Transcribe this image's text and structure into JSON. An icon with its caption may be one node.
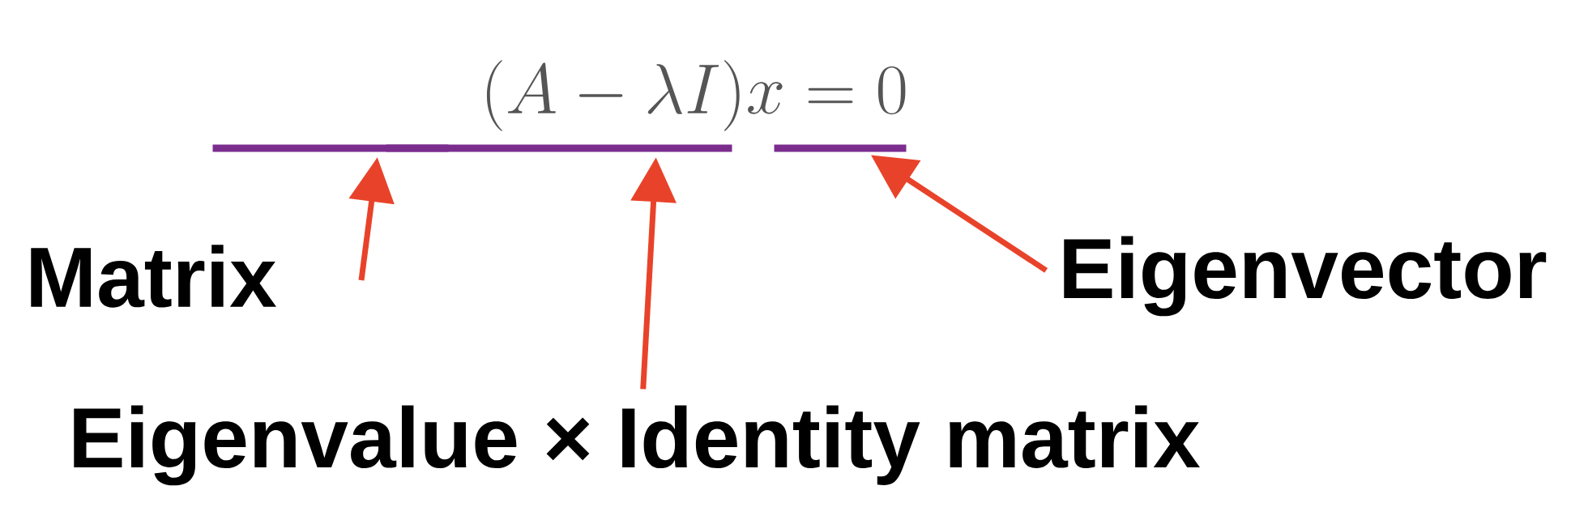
{
  "diagram": {
    "nodes": [
      {
        "text": [],
        "shape": "bar"
      },
      {
        "text": [],
        "shape": "bar"
      },
      {
        "text": [],
        "shape": "bar"
      },
      {
        "text": [
          "Matrix"
        ]
      },
      {
        "text": [
          "Eigenvector"
        ]
      },
      {
        "text": [
          "Eigenvalue × Identity matrix"
        ]
      }
    ],
    "edges": [
      {
        "from": 3,
        "to": 0,
        "arrow": "to"
      },
      {
        "from": 5,
        "to": 1,
        "arrow": "to"
      },
      {
        "from": 4,
        "to": 2,
        "arrow": "to"
      }
    ],
    "labels": [
      "(A - \\lambda I)x = 0"
    ]
  }
}
